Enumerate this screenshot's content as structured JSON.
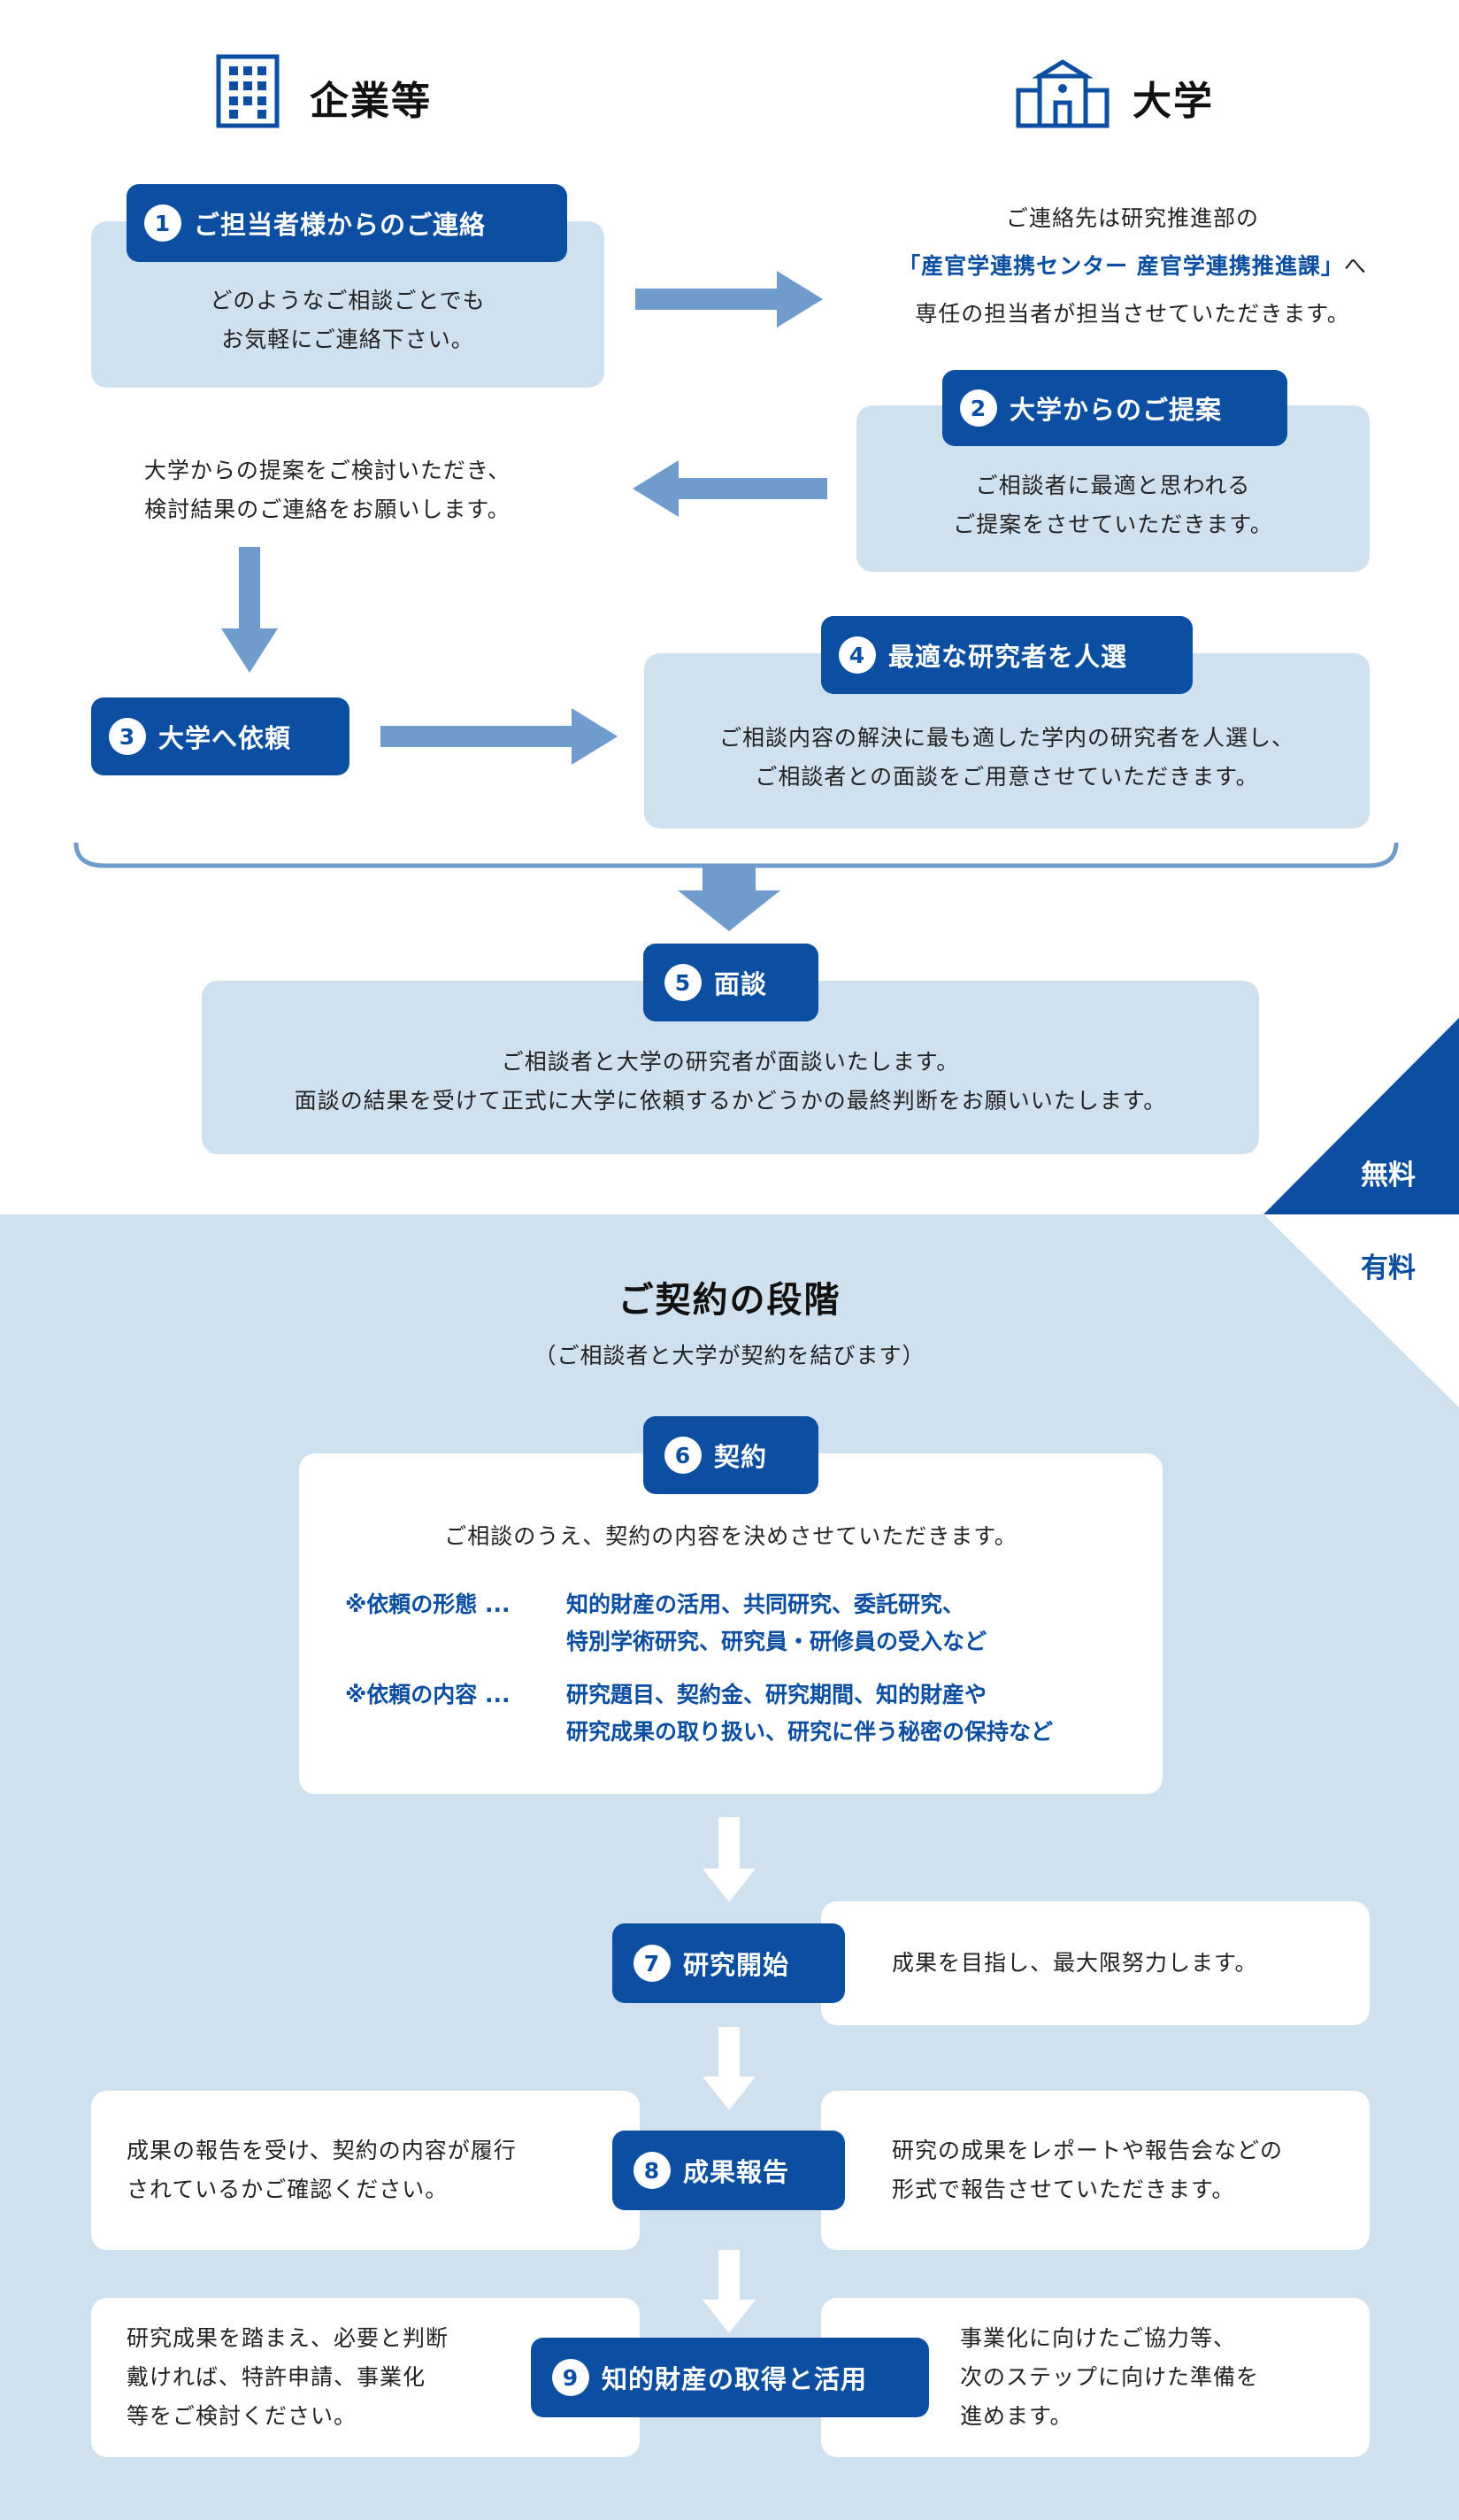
{
  "header": {
    "company_label": "企業等",
    "company_icon": "office-building-icon",
    "university_label": "大学",
    "university_icon": "university-building-icon"
  },
  "steps": {
    "s1": {
      "num": "1",
      "title": "ご担当者様からのご連絡",
      "line1": "どのようなご相談ごとでも",
      "line2": "お気軽にご連絡下さい。"
    },
    "contact": {
      "line1": "ご連絡先は研究推進部の",
      "line2_hl": "「産官学連携センター 産官学連携推進課」",
      "line2_tail": "へ",
      "line3": "専任の担当者が担当させていただきます。"
    },
    "s2": {
      "num": "2",
      "title": "大学からのご提案",
      "line1": "ご相談者に最適と思われる",
      "line2": "ご提案をさせていただきます。"
    },
    "consider": {
      "line1": "大学からの提案をご検討いただき、",
      "line2": "検討結果のご連絡をお願いします。"
    },
    "s3": {
      "num": "3",
      "title": "大学へ依頼"
    },
    "s4": {
      "num": "4",
      "title": "最適な研究者を人選",
      "line1": "ご相談内容の解決に最も適した学内の研究者を人選し、",
      "line2": "ご相談者との面談をご用意させていただきます。"
    },
    "s5": {
      "num": "5",
      "title": "面談",
      "line1": "ご相談者と大学の研究者が面談いたします。",
      "line2": "面談の結果を受けて正式に大学に依頼するかどうかの最終判断をお願いいたします。"
    },
    "s6": {
      "num": "6",
      "title": "契約",
      "line1": "ご相談のうえ、契約の内容を決めさせていただきます。",
      "note1_head": "※依頼の形態 ...",
      "note1_l1": "知的財産の活用、共同研究、委託研究、",
      "note1_l2": "特別学術研究、研究員・研修員の受入など",
      "note2_head": "※依頼の内容 ...",
      "note2_l1": "研究題目、契約金、研究期間、知的財産や",
      "note2_l2": "研究成果の取り扱い、研究に伴う秘密の保持など"
    },
    "s7": {
      "num": "7",
      "title": "研究開始",
      "right": "成果を目指し、最大限努力します。"
    },
    "s8": {
      "num": "8",
      "title": "成果報告",
      "left1": "成果の報告を受け、契約の内容が履行",
      "left2": "されているかご確認ください。",
      "right1": "研究の成果をレポートや報告会などの",
      "right2": "形式で報告させていただきます。"
    },
    "s9": {
      "num": "9",
      "title": "知的財産の取得と活用",
      "left1": "研究成果を踏まえ、必要と判断",
      "left2": "戴ければ、特許申請、事業化",
      "left3": "等をご検討ください。",
      "right1": "事業化に向けたご協力等、",
      "right2": "次のステップに向けた準備を",
      "right3": "進めます。"
    }
  },
  "fee": {
    "free": "無料",
    "paid": "有料"
  },
  "contract_stage": {
    "title": "ご契約の段階",
    "subtitle": "（ご相談者と大学が契約を結びます）"
  },
  "colors": {
    "primary": "#0b4ea2",
    "light_panel": "#cfe0ef",
    "arrow": "#6f9ccc"
  }
}
